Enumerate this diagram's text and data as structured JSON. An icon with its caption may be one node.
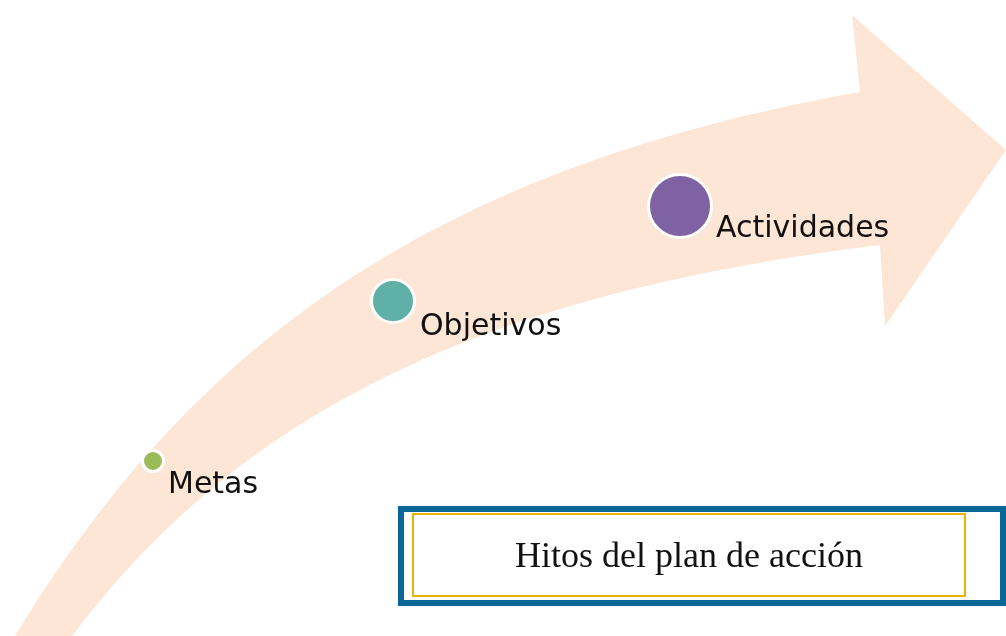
{
  "diagram": {
    "title": "Hitos del plan de acción",
    "nodes": [
      {
        "text": [],
        "shape": "circle",
        "beside": [
          "Metas"
        ]
      },
      {
        "text": [],
        "shape": "circle",
        "beside": [
          "Objetivos"
        ]
      },
      {
        "text": [],
        "shape": "circle",
        "beside": [
          "Actividades"
        ]
      }
    ]
  }
}
